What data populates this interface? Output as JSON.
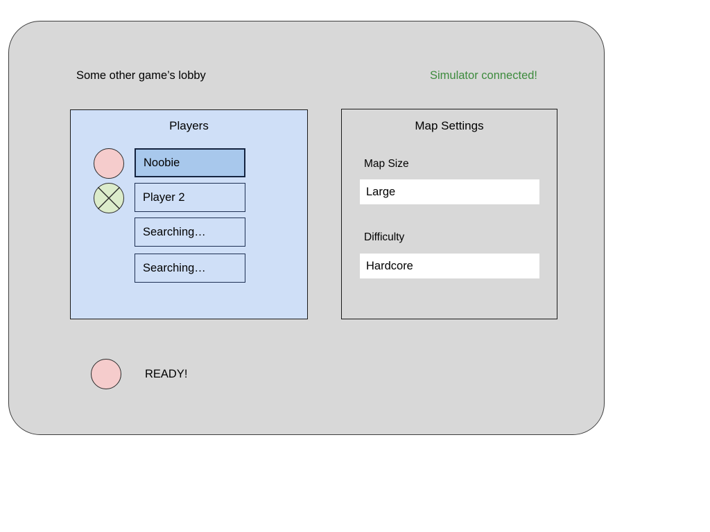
{
  "window": {
    "lobby_title": "Some other game’s lobby",
    "status_text": "Simulator connected!",
    "status_color": "#3d8b3d",
    "background_color": "#d8d8d8"
  },
  "players_panel": {
    "title": "Players",
    "background_color": "#cfdff7",
    "selected_row_color": "#a8c8ec",
    "rows": [
      {
        "label": "Noobie",
        "selected": true
      },
      {
        "label": "Player 2",
        "selected": false
      },
      {
        "label": "Searching…",
        "selected": false
      },
      {
        "label": "Searching…",
        "selected": false
      }
    ],
    "avatars": [
      {
        "icon": "circle-icon",
        "color": "#f5cccc",
        "crossed": false
      },
      {
        "icon": "crossed-circle-icon",
        "color": "#dceccb",
        "crossed": true
      }
    ]
  },
  "map_panel": {
    "title": "Map Settings",
    "fields": [
      {
        "label": "Map Size",
        "value": "Large"
      },
      {
        "label": "Difficulty",
        "value": "Hardcore"
      }
    ]
  },
  "ready_row": {
    "label": "READY!",
    "avatar_color": "#f5cccc",
    "avatar_icon": "circle-icon"
  }
}
